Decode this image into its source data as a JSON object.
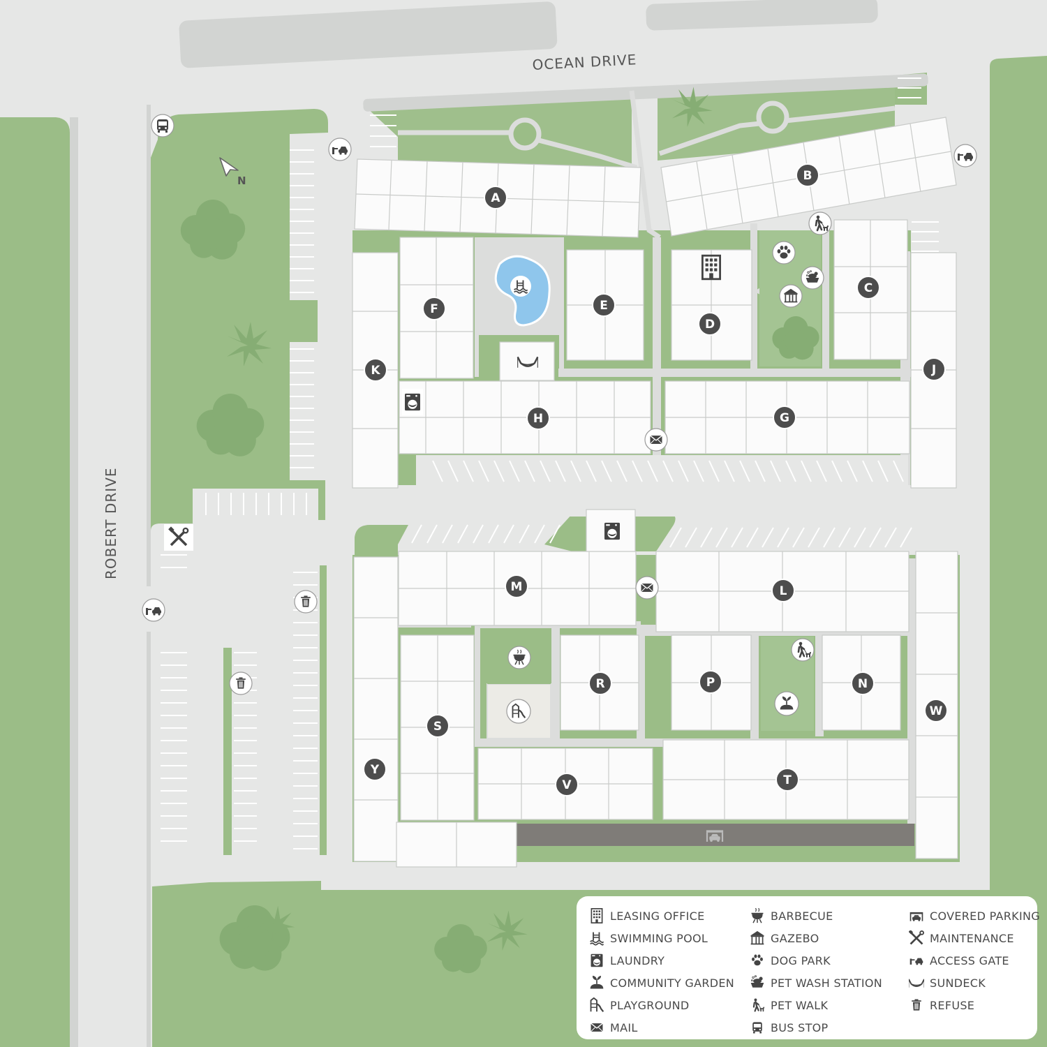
{
  "roads": {
    "ocean_drive": "OCEAN DRIVE",
    "robert_drive": "ROBERT DRIVE"
  },
  "compass": {
    "label": "N"
  },
  "buildings": {
    "A": "A",
    "B": "B",
    "C": "C",
    "D": "D",
    "E": "E",
    "F": "F",
    "G": "G",
    "H": "H",
    "J": "J",
    "K": "K",
    "L": "L",
    "M": "M",
    "N": "N",
    "P": "P",
    "R": "R",
    "S": "S",
    "T": "T",
    "V": "V",
    "W": "W",
    "Y": "Y"
  },
  "legend": {
    "col1": [
      "LEASING OFFICE",
      "SWIMMING POOL",
      "LAUNDRY",
      "COMMUNITY GARDEN",
      "PLAYGROUND",
      "MAIL"
    ],
    "col2": [
      "BARBECUE",
      "GAZEBO",
      "DOG PARK",
      "PET WASH STATION",
      "PET WALK",
      "BUS STOP"
    ],
    "col3": [
      "COVERED PARKING",
      "MAINTENANCE",
      "ACCESS GATE",
      "SUNDECK",
      "REFUSE"
    ]
  },
  "legend_icons": {
    "col1": [
      "office-icon",
      "pool-icon",
      "laundry-icon",
      "garden-icon",
      "playground-icon",
      "mail-icon"
    ],
    "col2": [
      "barbecue-icon",
      "gazebo-icon",
      "paw-icon",
      "pet-wash-icon",
      "pet-walk-icon",
      "bus-icon"
    ],
    "col3": [
      "covered-parking-icon",
      "maintenance-icon",
      "access-gate-icon",
      "sundeck-icon",
      "trash-icon"
    ]
  },
  "colors": {
    "grass": "#9bbd87",
    "road": "#e6e7e6",
    "building": "#fbfbfb",
    "label": "#4d4d4d",
    "pool": "#8fc6ec",
    "covered_parking": "#7f7c78"
  }
}
